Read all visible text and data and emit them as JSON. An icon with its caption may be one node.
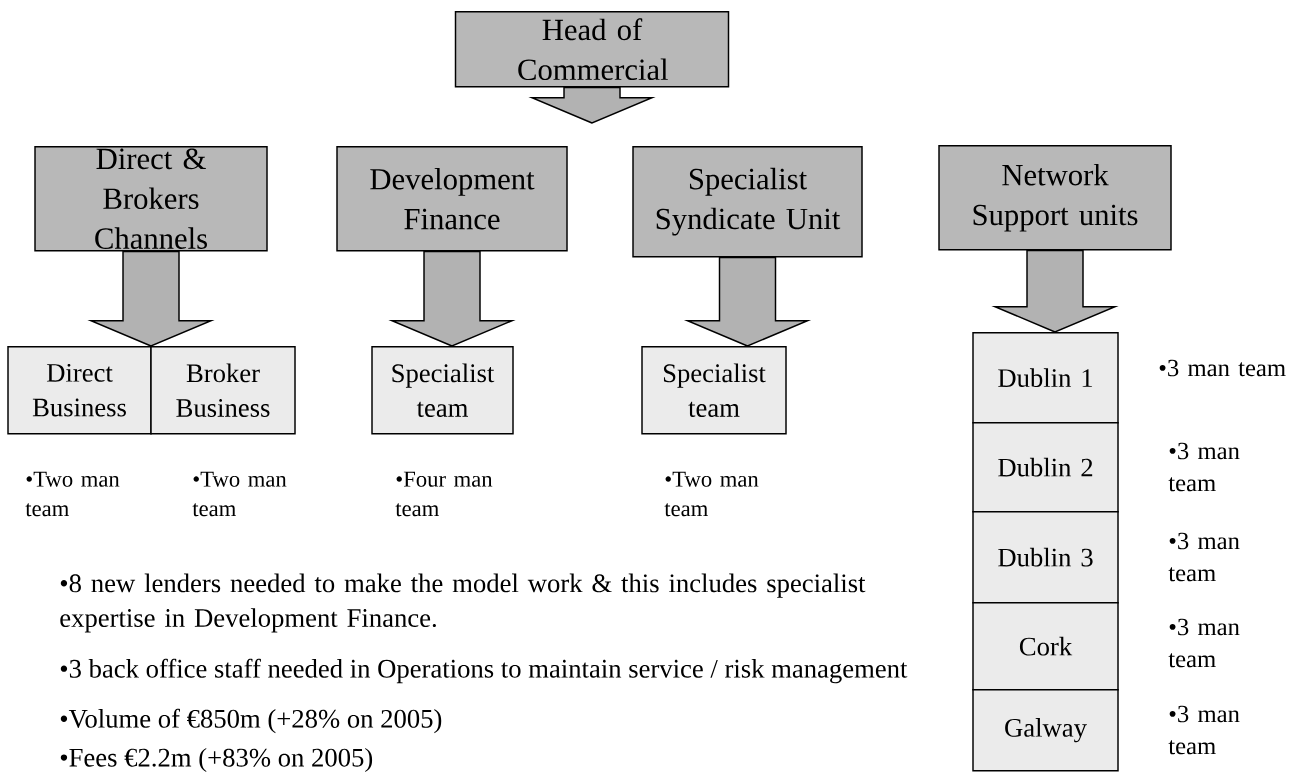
{
  "diagram": {
    "nodes": [
      {
        "text": [
          "Head of Commercial"
        ]
      },
      {
        "text": [
          "Direct & Brokers Channels"
        ]
      },
      {
        "text": [
          "Development Finance"
        ]
      },
      {
        "text": [
          "Specialist Syndicate Unit"
        ]
      },
      {
        "text": [
          "Network Support units"
        ]
      },
      {
        "text": [
          "Direct Business"
        ],
        "beside": [
          "•Two man team"
        ]
      },
      {
        "text": [
          "Broker Business"
        ],
        "beside": [
          "•Two man team"
        ]
      },
      {
        "text": [
          "Specialist team"
        ],
        "beside": [
          "•Four man team"
        ]
      },
      {
        "text": [
          "Specialist team"
        ],
        "beside": [
          "•Two man team"
        ]
      },
      {
        "text": [
          "Dublin 1"
        ],
        "beside": [
          "•3 man team"
        ]
      },
      {
        "text": [
          "Dublin 2"
        ],
        "beside": [
          "•3 man team"
        ]
      },
      {
        "text": [
          "Dublin 3"
        ],
        "beside": [
          "•3 man team"
        ]
      },
      {
        "text": [
          "Cork"
        ],
        "beside": [
          "•3 man team"
        ]
      },
      {
        "text": [
          "Galway"
        ],
        "beside": [
          "•3 man team"
        ]
      }
    ],
    "edges": [
      {
        "from": 0,
        "to": null,
        "arrow": "to"
      },
      {
        "from": 1,
        "to": 5,
        "arrow": "to"
      },
      {
        "from": 1,
        "to": 6,
        "arrow": "to"
      },
      {
        "from": 2,
        "to": 7,
        "arrow": "to"
      },
      {
        "from": 3,
        "to": 8,
        "arrow": "to"
      },
      {
        "from": 4,
        "to": 9,
        "arrow": "to"
      }
    ],
    "labels": [
      "•8 new lenders needed to make the model work & this includes specialist expertise in Development Finance.",
      "•3 back office staff needed in Operations to maintain service / risk management",
      "•Volume of €850m (+28% on 2005)",
      "•Fees €2.2m (+83% on 2005)"
    ]
  }
}
